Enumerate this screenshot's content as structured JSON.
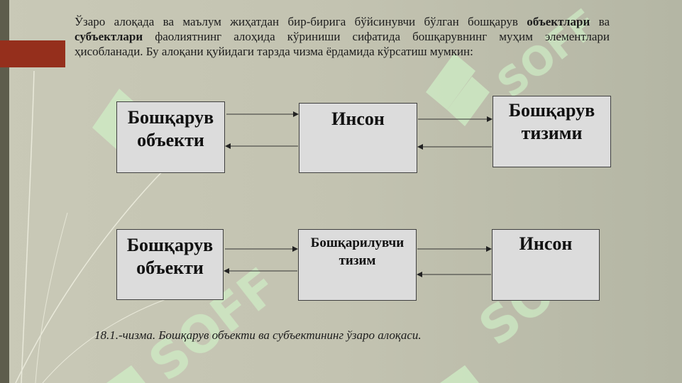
{
  "intro": {
    "part1": "Ўзаро алоқада ва маълум жиҳатдан бир-бирига бўйсинувчи бўлган бошқарув ",
    "bold1": "объектлари",
    "part2": " ва ",
    "bold2": "субъектлари",
    "part3": " фаолиятнинг алоҳида кўриниши сифатида бошқарувнинг муҳим элементлари ҳисобланади. Бу алоқани қуйидаги тарзда чизма ёрдамида кўрсатиш мумкин:"
  },
  "diagram1": {
    "box_object": [
      "Бошқарув",
      "объекти"
    ],
    "box_human": [
      "Инсон"
    ],
    "box_system": [
      "Бошқарув",
      "тизими"
    ]
  },
  "diagram2": {
    "box_object": [
      "Бошқарув",
      "объекти"
    ],
    "box_system": [
      "Бошқарилувчи",
      "тизим"
    ],
    "box_human": [
      "Инсон"
    ]
  },
  "caption": "18.1.-чизма. Бошқарув объекти ва субъектининг ўзаро алоқаси.",
  "watermark_text": "SOFF",
  "colors": {
    "accent_bar": "#952f1c",
    "left_bar": "#5e5d4c",
    "box_fill": "#dcdcdc",
    "watermark": "#cfeec6"
  }
}
